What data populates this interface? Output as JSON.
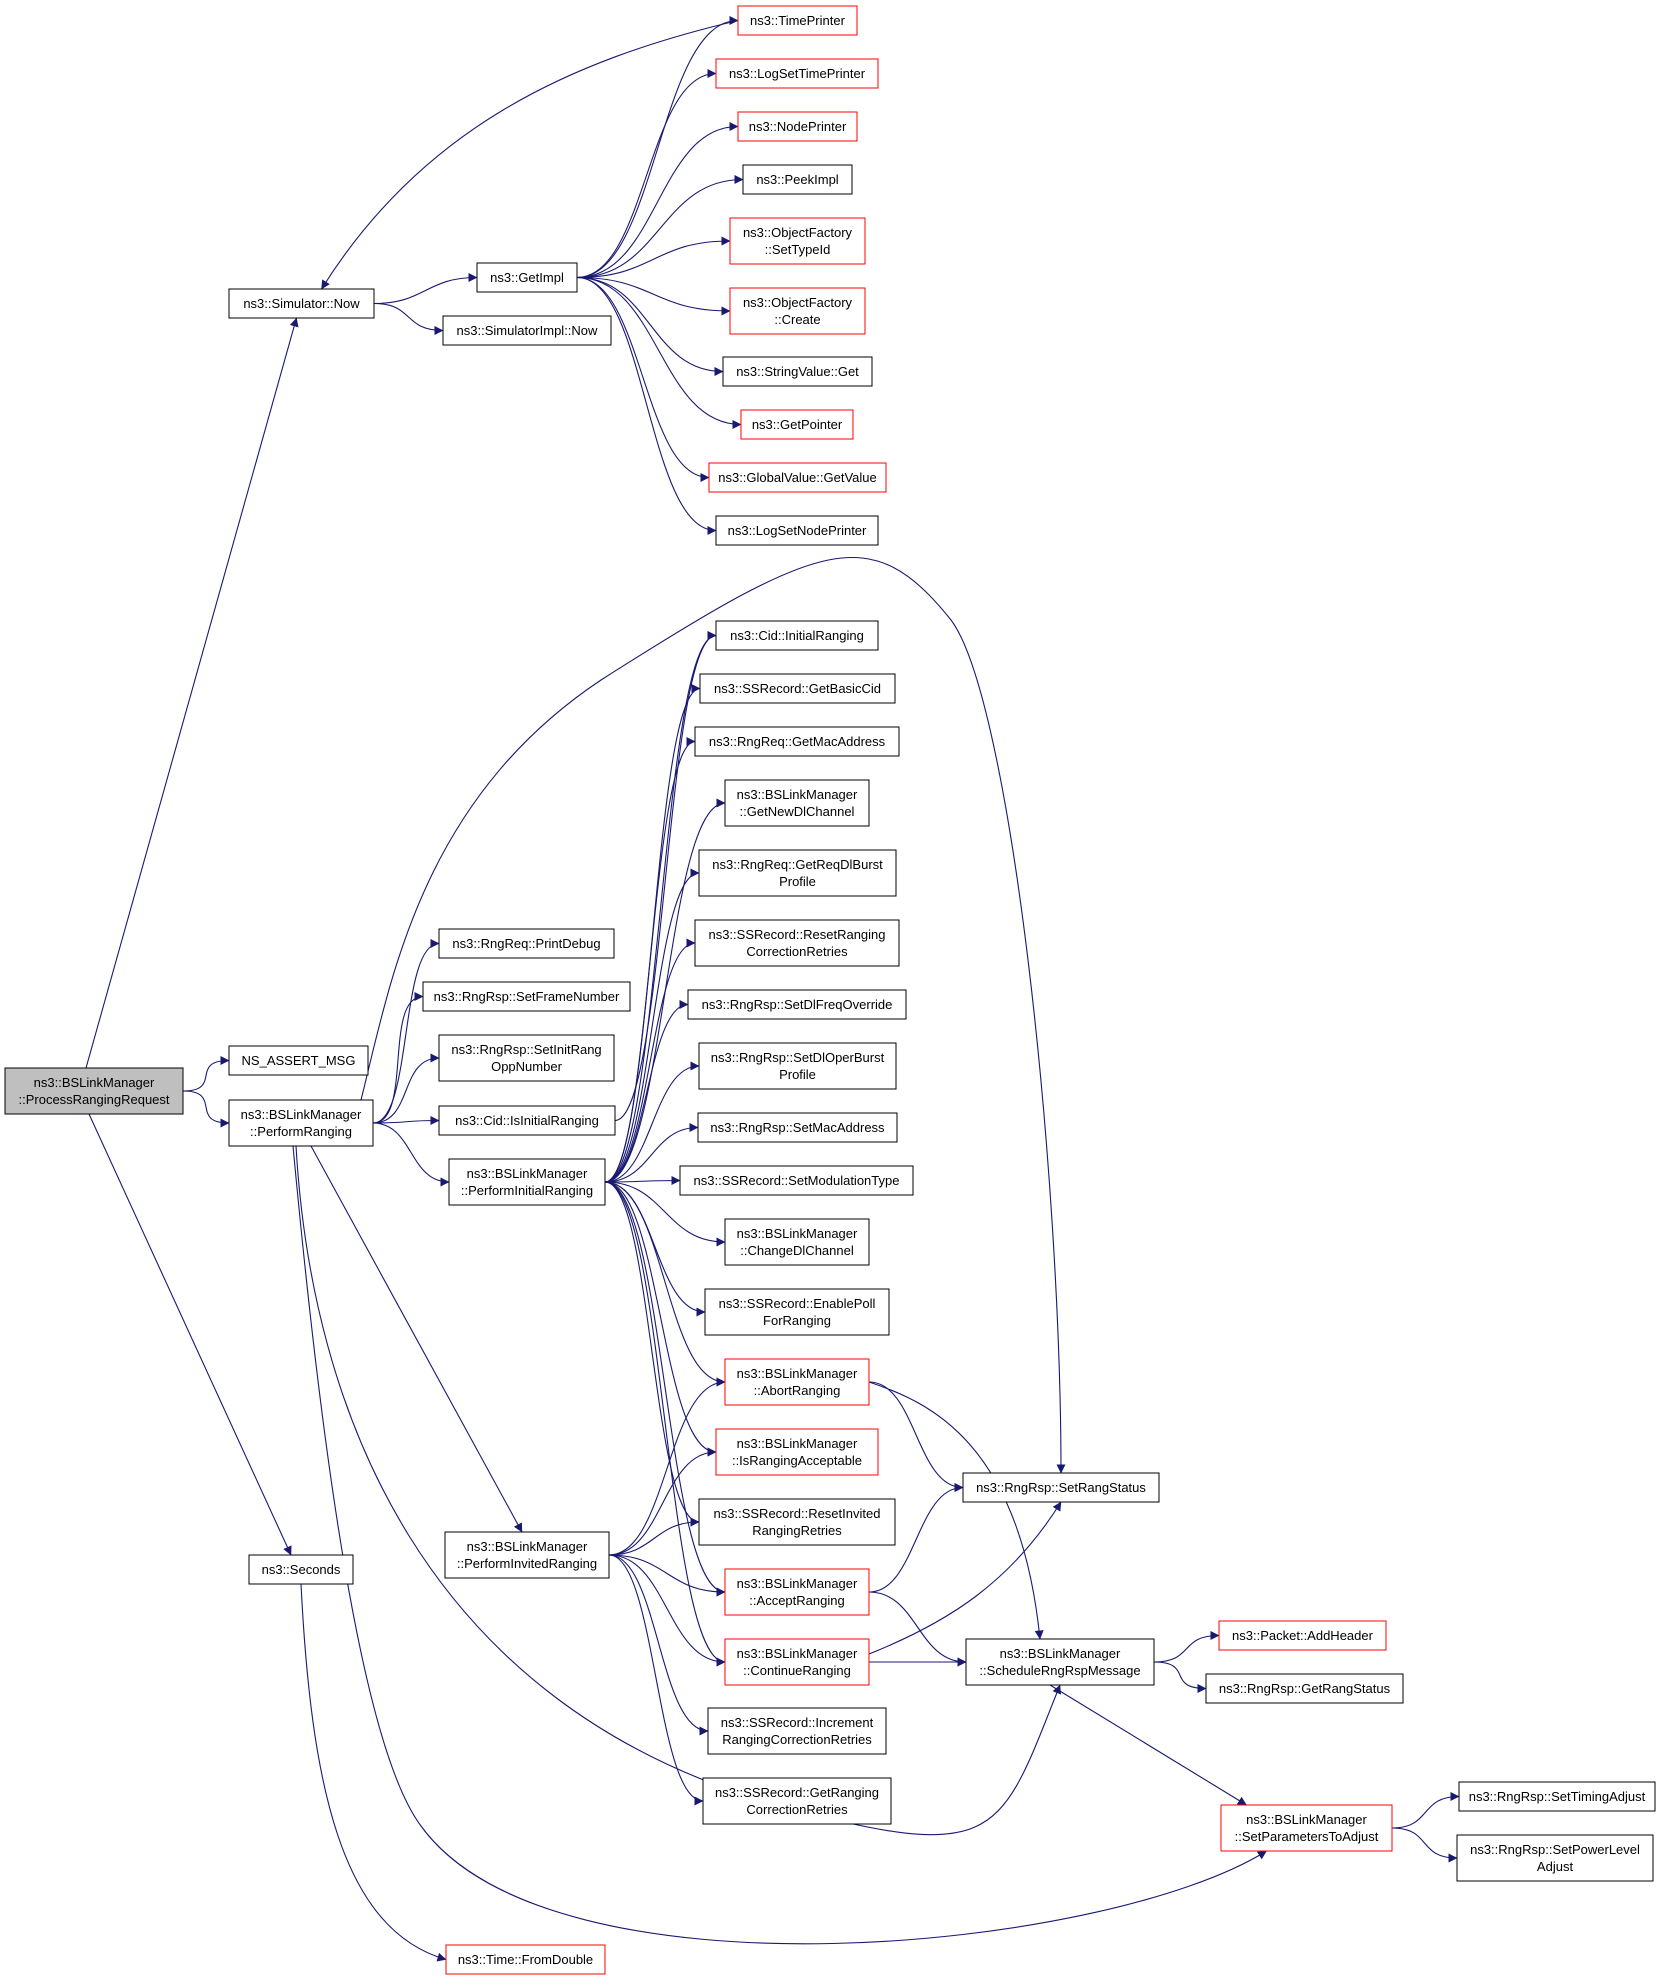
{
  "graph": {
    "colors": {
      "edge": "#191970",
      "normal_border": "#000000",
      "truncated_border": "#ff0000",
      "root_fill": "#bfbfbf",
      "fill": "#ffffff"
    },
    "nodes": [
      {
        "id": "root",
        "lines": [
          "ns3::BSLinkManager",
          "::ProcessRangingRequest"
        ],
        "style": "root"
      },
      {
        "id": "sim_now",
        "lines": [
          "ns3::Simulator::Now"
        ],
        "style": "normal"
      },
      {
        "id": "ns_assert",
        "lines": [
          "NS_ASSERT_MSG"
        ],
        "style": "normal"
      },
      {
        "id": "perform_ranging",
        "lines": [
          "ns3::BSLinkManager",
          "::PerformRanging"
        ],
        "style": "normal"
      },
      {
        "id": "seconds",
        "lines": [
          "ns3::Seconds"
        ],
        "style": "normal"
      },
      {
        "id": "getimpl",
        "lines": [
          "ns3::GetImpl"
        ],
        "style": "normal"
      },
      {
        "id": "simimpl_now",
        "lines": [
          "ns3::SimulatorImpl::Now"
        ],
        "style": "normal"
      },
      {
        "id": "timeprinter",
        "lines": [
          "ns3::TimePrinter"
        ],
        "style": "truncated"
      },
      {
        "id": "logsettimeprinter",
        "lines": [
          "ns3::LogSetTimePrinter"
        ],
        "style": "truncated"
      },
      {
        "id": "nodeprinter",
        "lines": [
          "ns3::NodePrinter"
        ],
        "style": "truncated"
      },
      {
        "id": "peekimpl",
        "lines": [
          "ns3::PeekImpl"
        ],
        "style": "normal"
      },
      {
        "id": "of_settypeid",
        "lines": [
          "ns3::ObjectFactory",
          "::SetTypeId"
        ],
        "style": "truncated"
      },
      {
        "id": "of_create",
        "lines": [
          "ns3::ObjectFactory",
          "::Create"
        ],
        "style": "truncated"
      },
      {
        "id": "stringvalue_get",
        "lines": [
          "ns3::StringValue::Get"
        ],
        "style": "normal"
      },
      {
        "id": "getpointer",
        "lines": [
          "ns3::GetPointer"
        ],
        "style": "truncated"
      },
      {
        "id": "globalvalue_getvalue",
        "lines": [
          "ns3::GlobalValue::GetValue"
        ],
        "style": "truncated"
      },
      {
        "id": "logsetnodeprinter",
        "lines": [
          "ns3::LogSetNodePrinter"
        ],
        "style": "normal"
      },
      {
        "id": "printdebug",
        "lines": [
          "ns3::RngReq::PrintDebug"
        ],
        "style": "normal"
      },
      {
        "id": "setframenumber",
        "lines": [
          "ns3::RngRsp::SetFrameNumber"
        ],
        "style": "normal"
      },
      {
        "id": "setinitrang",
        "lines": [
          "ns3::RngRsp::SetInitRang",
          "OppNumber"
        ],
        "style": "normal"
      },
      {
        "id": "isinitialranging",
        "lines": [
          "ns3::Cid::IsInitialRanging"
        ],
        "style": "normal"
      },
      {
        "id": "performinitialranging",
        "lines": [
          "ns3::BSLinkManager",
          "::PerformInitialRanging"
        ],
        "style": "normal"
      },
      {
        "id": "performinvitedranging",
        "lines": [
          "ns3::BSLinkManager",
          "::PerformInvitedRanging"
        ],
        "style": "normal"
      },
      {
        "id": "cid_initialranging",
        "lines": [
          "ns3::Cid::InitialRanging"
        ],
        "style": "normal"
      },
      {
        "id": "getbasiccid",
        "lines": [
          "ns3::SSRecord::GetBasicCid"
        ],
        "style": "normal"
      },
      {
        "id": "getmacaddress",
        "lines": [
          "ns3::RngReq::GetMacAddress"
        ],
        "style": "normal"
      },
      {
        "id": "getnewdlchannel",
        "lines": [
          "ns3::BSLinkManager",
          "::GetNewDlChannel"
        ],
        "style": "normal"
      },
      {
        "id": "getreqdlburst",
        "lines": [
          "ns3::RngReq::GetReqDlBurst",
          "Profile"
        ],
        "style": "normal"
      },
      {
        "id": "resetrangingcorr",
        "lines": [
          "ns3::SSRecord::ResetRanging",
          "CorrectionRetries"
        ],
        "style": "normal"
      },
      {
        "id": "setdlfreqoverride",
        "lines": [
          "ns3::RngRsp::SetDlFreqOverride"
        ],
        "style": "normal"
      },
      {
        "id": "setdloperburst",
        "lines": [
          "ns3::RngRsp::SetDlOperBurst",
          "Profile"
        ],
        "style": "normal"
      },
      {
        "id": "setmacaddress",
        "lines": [
          "ns3::RngRsp::SetMacAddress"
        ],
        "style": "normal"
      },
      {
        "id": "setmodulationtype",
        "lines": [
          "ns3::SSRecord::SetModulationType"
        ],
        "style": "normal"
      },
      {
        "id": "changedlchannel",
        "lines": [
          "ns3::BSLinkManager",
          "::ChangeDlChannel"
        ],
        "style": "normal"
      },
      {
        "id": "enablepoll",
        "lines": [
          "ns3::SSRecord::EnablePoll",
          "ForRanging"
        ],
        "style": "normal"
      },
      {
        "id": "abortranging",
        "lines": [
          "ns3::BSLinkManager",
          "::AbortRanging"
        ],
        "style": "truncated"
      },
      {
        "id": "israngingacceptable",
        "lines": [
          "ns3::BSLinkManager",
          "::IsRangingAcceptable"
        ],
        "style": "truncated"
      },
      {
        "id": "resetinvited",
        "lines": [
          "ns3::SSRecord::ResetInvited",
          "RangingRetries"
        ],
        "style": "normal"
      },
      {
        "id": "acceptranging",
        "lines": [
          "ns3::BSLinkManager",
          "::AcceptRanging"
        ],
        "style": "truncated"
      },
      {
        "id": "continueranging",
        "lines": [
          "ns3::BSLinkManager",
          "::ContinueRanging"
        ],
        "style": "truncated"
      },
      {
        "id": "incrementranging",
        "lines": [
          "ns3::SSRecord::Increment",
          "RangingCorrectionRetries"
        ],
        "style": "normal"
      },
      {
        "id": "getrangingcorr",
        "lines": [
          "ns3::SSRecord::GetRanging",
          "CorrectionRetries"
        ],
        "style": "normal"
      },
      {
        "id": "setrangstatus",
        "lines": [
          "ns3::RngRsp::SetRangStatus"
        ],
        "style": "normal"
      },
      {
        "id": "schedulerngrsp",
        "lines": [
          "ns3::BSLinkManager",
          "::ScheduleRngRspMessage"
        ],
        "style": "normal"
      },
      {
        "id": "addheader",
        "lines": [
          "ns3::Packet::AddHeader"
        ],
        "style": "truncated"
      },
      {
        "id": "getrangstatus",
        "lines": [
          "ns3::RngRsp::GetRangStatus"
        ],
        "style": "normal"
      },
      {
        "id": "setparamstoadjust",
        "lines": [
          "ns3::BSLinkManager",
          "::SetParametersToAdjust"
        ],
        "style": "truncated"
      },
      {
        "id": "settimingadjust",
        "lines": [
          "ns3::RngRsp::SetTimingAdjust"
        ],
        "style": "normal"
      },
      {
        "id": "setpowerleveladjust",
        "lines": [
          "ns3::RngRsp::SetPowerLevel",
          "Adjust"
        ],
        "style": "normal"
      },
      {
        "id": "time_fromdouble",
        "lines": [
          "ns3::Time::FromDouble"
        ],
        "style": "truncated"
      }
    ],
    "edges": [
      [
        "root",
        "sim_now"
      ],
      [
        "root",
        "ns_assert"
      ],
      [
        "root",
        "perform_ranging"
      ],
      [
        "root",
        "seconds"
      ],
      [
        "sim_now",
        "getimpl"
      ],
      [
        "sim_now",
        "simimpl_now"
      ],
      [
        "timeprinter",
        "sim_now"
      ],
      [
        "getimpl",
        "timeprinter"
      ],
      [
        "getimpl",
        "logsettimeprinter"
      ],
      [
        "getimpl",
        "nodeprinter"
      ],
      [
        "getimpl",
        "peekimpl"
      ],
      [
        "getimpl",
        "of_settypeid"
      ],
      [
        "getimpl",
        "of_create"
      ],
      [
        "getimpl",
        "stringvalue_get"
      ],
      [
        "getimpl",
        "getpointer"
      ],
      [
        "getimpl",
        "globalvalue_getvalue"
      ],
      [
        "getimpl",
        "logsetnodeprinter"
      ],
      [
        "perform_ranging",
        "printdebug"
      ],
      [
        "perform_ranging",
        "setframenumber"
      ],
      [
        "perform_ranging",
        "setinitrang"
      ],
      [
        "perform_ranging",
        "isinitialranging"
      ],
      [
        "perform_ranging",
        "performinitialranging"
      ],
      [
        "perform_ranging",
        "performinvitedranging"
      ],
      [
        "perform_ranging",
        "setrangstatus"
      ],
      [
        "perform_ranging",
        "schedulerngrsp"
      ],
      [
        "perform_ranging",
        "setparamstoadjust"
      ],
      [
        "isinitialranging",
        "cid_initialranging"
      ],
      [
        "performinitialranging",
        "cid_initialranging"
      ],
      [
        "performinitialranging",
        "getbasiccid"
      ],
      [
        "performinitialranging",
        "getmacaddress"
      ],
      [
        "performinitialranging",
        "getnewdlchannel"
      ],
      [
        "performinitialranging",
        "getreqdlburst"
      ],
      [
        "performinitialranging",
        "resetrangingcorr"
      ],
      [
        "performinitialranging",
        "setdlfreqoverride"
      ],
      [
        "performinitialranging",
        "setdloperburst"
      ],
      [
        "performinitialranging",
        "setmacaddress"
      ],
      [
        "performinitialranging",
        "setmodulationtype"
      ],
      [
        "performinitialranging",
        "changedlchannel"
      ],
      [
        "performinitialranging",
        "enablepoll"
      ],
      [
        "performinitialranging",
        "abortranging"
      ],
      [
        "performinitialranging",
        "israngingacceptable"
      ],
      [
        "performinitialranging",
        "resetinvited"
      ],
      [
        "performinitialranging",
        "acceptranging"
      ],
      [
        "performinitialranging",
        "continueranging"
      ],
      [
        "performinvitedranging",
        "abortranging"
      ],
      [
        "performinvitedranging",
        "israngingacceptable"
      ],
      [
        "performinvitedranging",
        "resetinvited"
      ],
      [
        "performinvitedranging",
        "acceptranging"
      ],
      [
        "performinvitedranging",
        "continueranging"
      ],
      [
        "performinvitedranging",
        "incrementranging"
      ],
      [
        "performinvitedranging",
        "getrangingcorr"
      ],
      [
        "abortranging",
        "setrangstatus"
      ],
      [
        "abortranging",
        "schedulerngrsp"
      ],
      [
        "acceptranging",
        "setrangstatus"
      ],
      [
        "acceptranging",
        "schedulerngrsp"
      ],
      [
        "continueranging",
        "setrangstatus"
      ],
      [
        "continueranging",
        "schedulerngrsp"
      ],
      [
        "schedulerngrsp",
        "addheader"
      ],
      [
        "schedulerngrsp",
        "getrangstatus"
      ],
      [
        "schedulerngrsp",
        "setparamstoadjust"
      ],
      [
        "setparamstoadjust",
        "settimingadjust"
      ],
      [
        "setparamstoadjust",
        "setpowerleveladjust"
      ],
      [
        "seconds",
        "time_fromdouble"
      ]
    ]
  }
}
